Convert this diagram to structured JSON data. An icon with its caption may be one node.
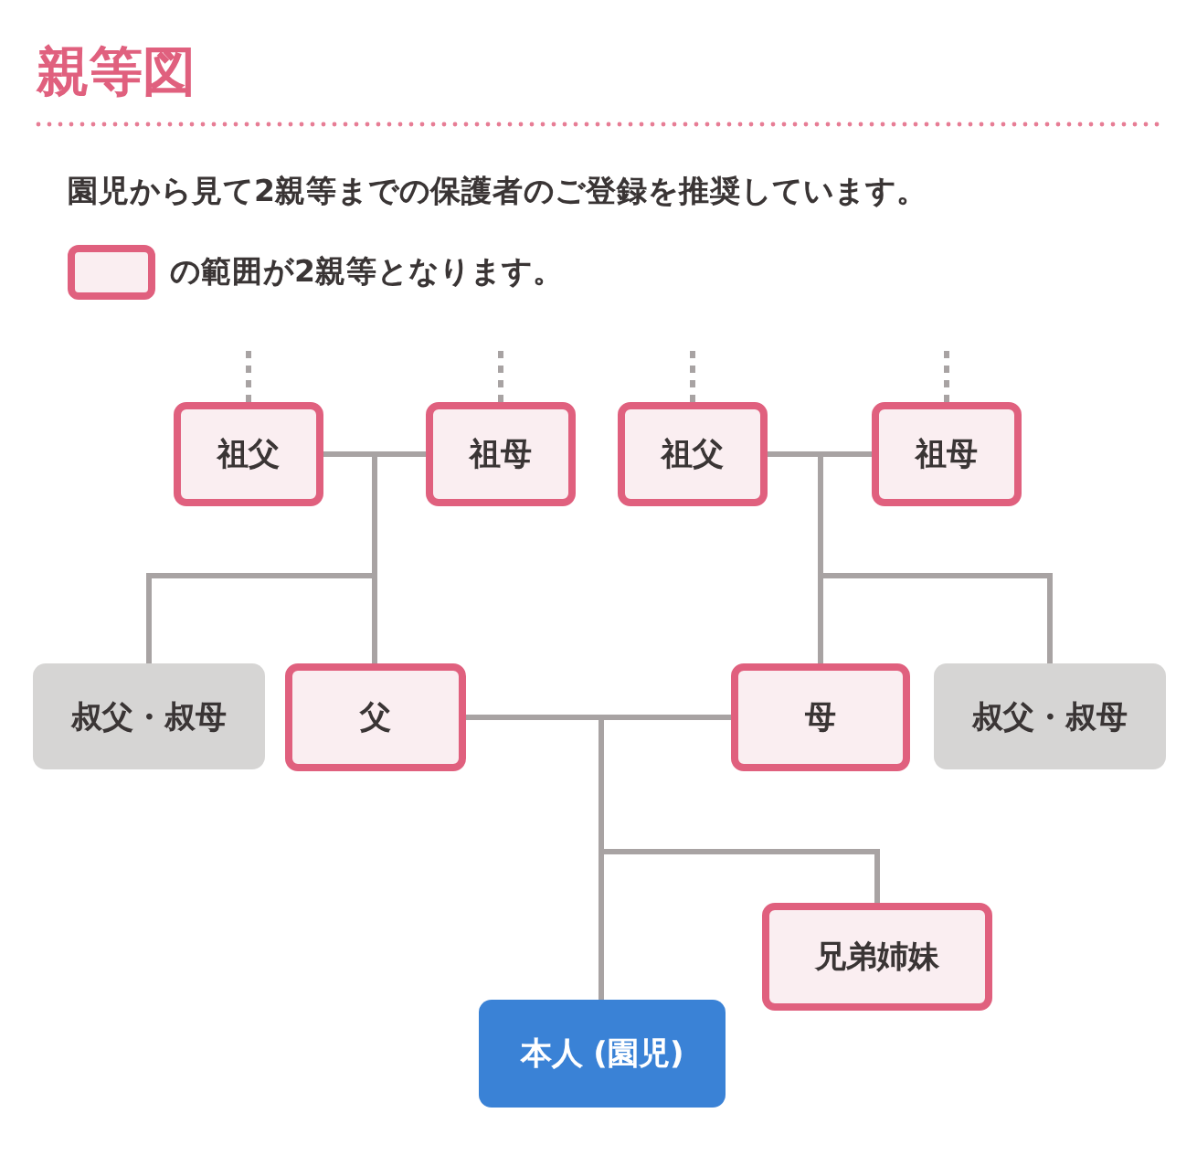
{
  "diagram": {
    "title": "親等図",
    "nodes": [
      {
        "text": [
          "祖父"
        ]
      },
      {
        "text": [
          "祖母"
        ]
      },
      {
        "text": [
          "祖父"
        ]
      },
      {
        "text": [
          "祖母"
        ]
      },
      {
        "text": [
          "叔父・叔母"
        ]
      },
      {
        "text": [
          "父"
        ]
      },
      {
        "text": [
          "母"
        ]
      },
      {
        "text": [
          "叔父・叔母"
        ]
      },
      {
        "text": [
          "兄弟姉妹"
        ]
      },
      {
        "text": [
          "本人 (園児)"
        ]
      }
    ],
    "edges": [
      {
        "from": null,
        "to": 0,
        "arrow": "none",
        "style": "dashed"
      },
      {
        "from": null,
        "to": 1,
        "arrow": "none",
        "style": "dashed"
      },
      {
        "from": null,
        "to": 2,
        "arrow": "none",
        "style": "dashed"
      },
      {
        "from": null,
        "to": 3,
        "arrow": "none",
        "style": "dashed"
      },
      {
        "from": 0,
        "to": 1,
        "arrow": "none"
      },
      {
        "from": 2,
        "to": 3,
        "arrow": "none"
      },
      {
        "from": 5,
        "to": 6,
        "arrow": "none"
      },
      {
        "from": 0,
        "to": 4,
        "arrow": "none"
      },
      {
        "from": 0,
        "to": 5,
        "arrow": "none"
      },
      {
        "from": 1,
        "to": 4,
        "arrow": "none"
      },
      {
        "from": 1,
        "to": 5,
        "arrow": "none"
      },
      {
        "from": 2,
        "to": 6,
        "arrow": "none"
      },
      {
        "from": 2,
        "to": 7,
        "arrow": "none"
      },
      {
        "from": 3,
        "to": 6,
        "arrow": "none"
      },
      {
        "from": 3,
        "to": 7,
        "arrow": "none"
      },
      {
        "from": 5,
        "to": 9,
        "arrow": "none"
      },
      {
        "from": 5,
        "to": 8,
        "arrow": "none"
      },
      {
        "from": 6,
        "to": 9,
        "arrow": "none"
      },
      {
        "from": 6,
        "to": 8,
        "arrow": "none"
      }
    ],
    "labels": [
      "園児から見て2親等までの保護者のご登録を推奨しています。"
    ],
    "legend": [
      {
        "text": "の範囲が2親等となります。",
        "color": "#faeef1"
      }
    ]
  }
}
